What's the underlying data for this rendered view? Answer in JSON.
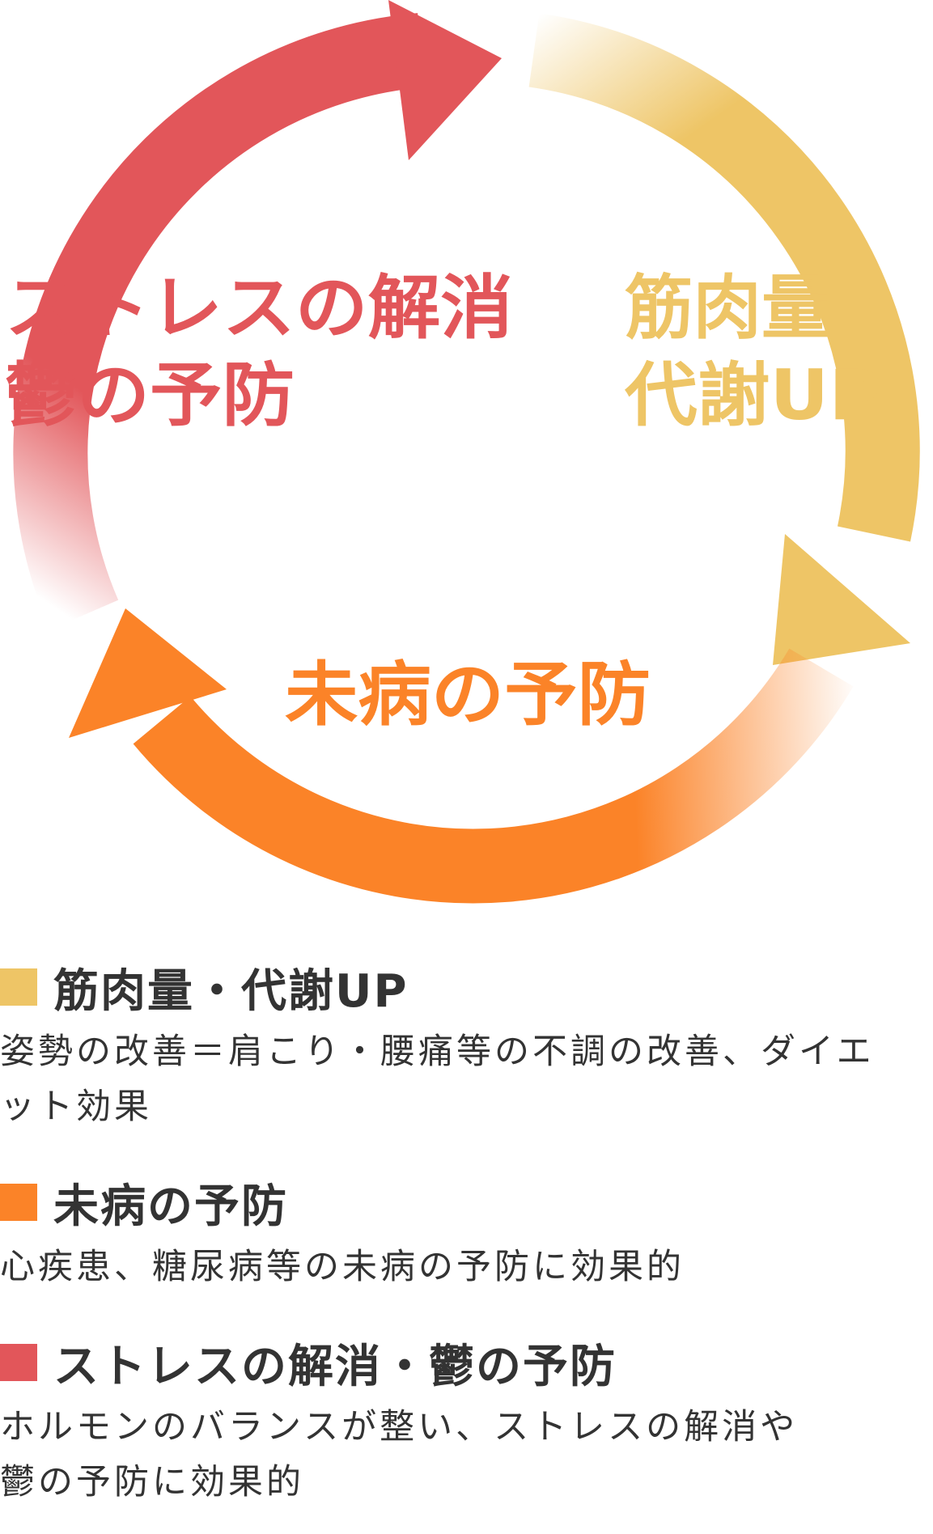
{
  "colors": {
    "muscle": "#EEC566",
    "disease": "#FB8328",
    "stress": "#E2565A",
    "text": "#333333"
  },
  "diagram": {
    "labels": {
      "stress_line1": "ストレスの解消",
      "stress_line2": "鬱の予防",
      "muscle_line1": "筋肉量・",
      "muscle_line2": "代謝UP",
      "disease": "未病の予防"
    }
  },
  "legend": {
    "items": [
      {
        "swatch_color": "#EEC566",
        "title": "筋肉量・代謝UP",
        "description_lines": [
          "姿勢の改善＝肩こり・腰痛等の不調の改善、ダイエ",
          "ット効果"
        ]
      },
      {
        "swatch_color": "#FB8328",
        "title": "未病の予防",
        "description_lines": [
          "心疾患、糖尿病等の未病の予防に効果的"
        ]
      },
      {
        "swatch_color": "#E2565A",
        "title": "ストレスの解消・鬱の予防",
        "description_lines": [
          "ホルモンのバランスが整い、ストレスの解消や",
          "鬱の予防に効果的"
        ]
      }
    ]
  }
}
